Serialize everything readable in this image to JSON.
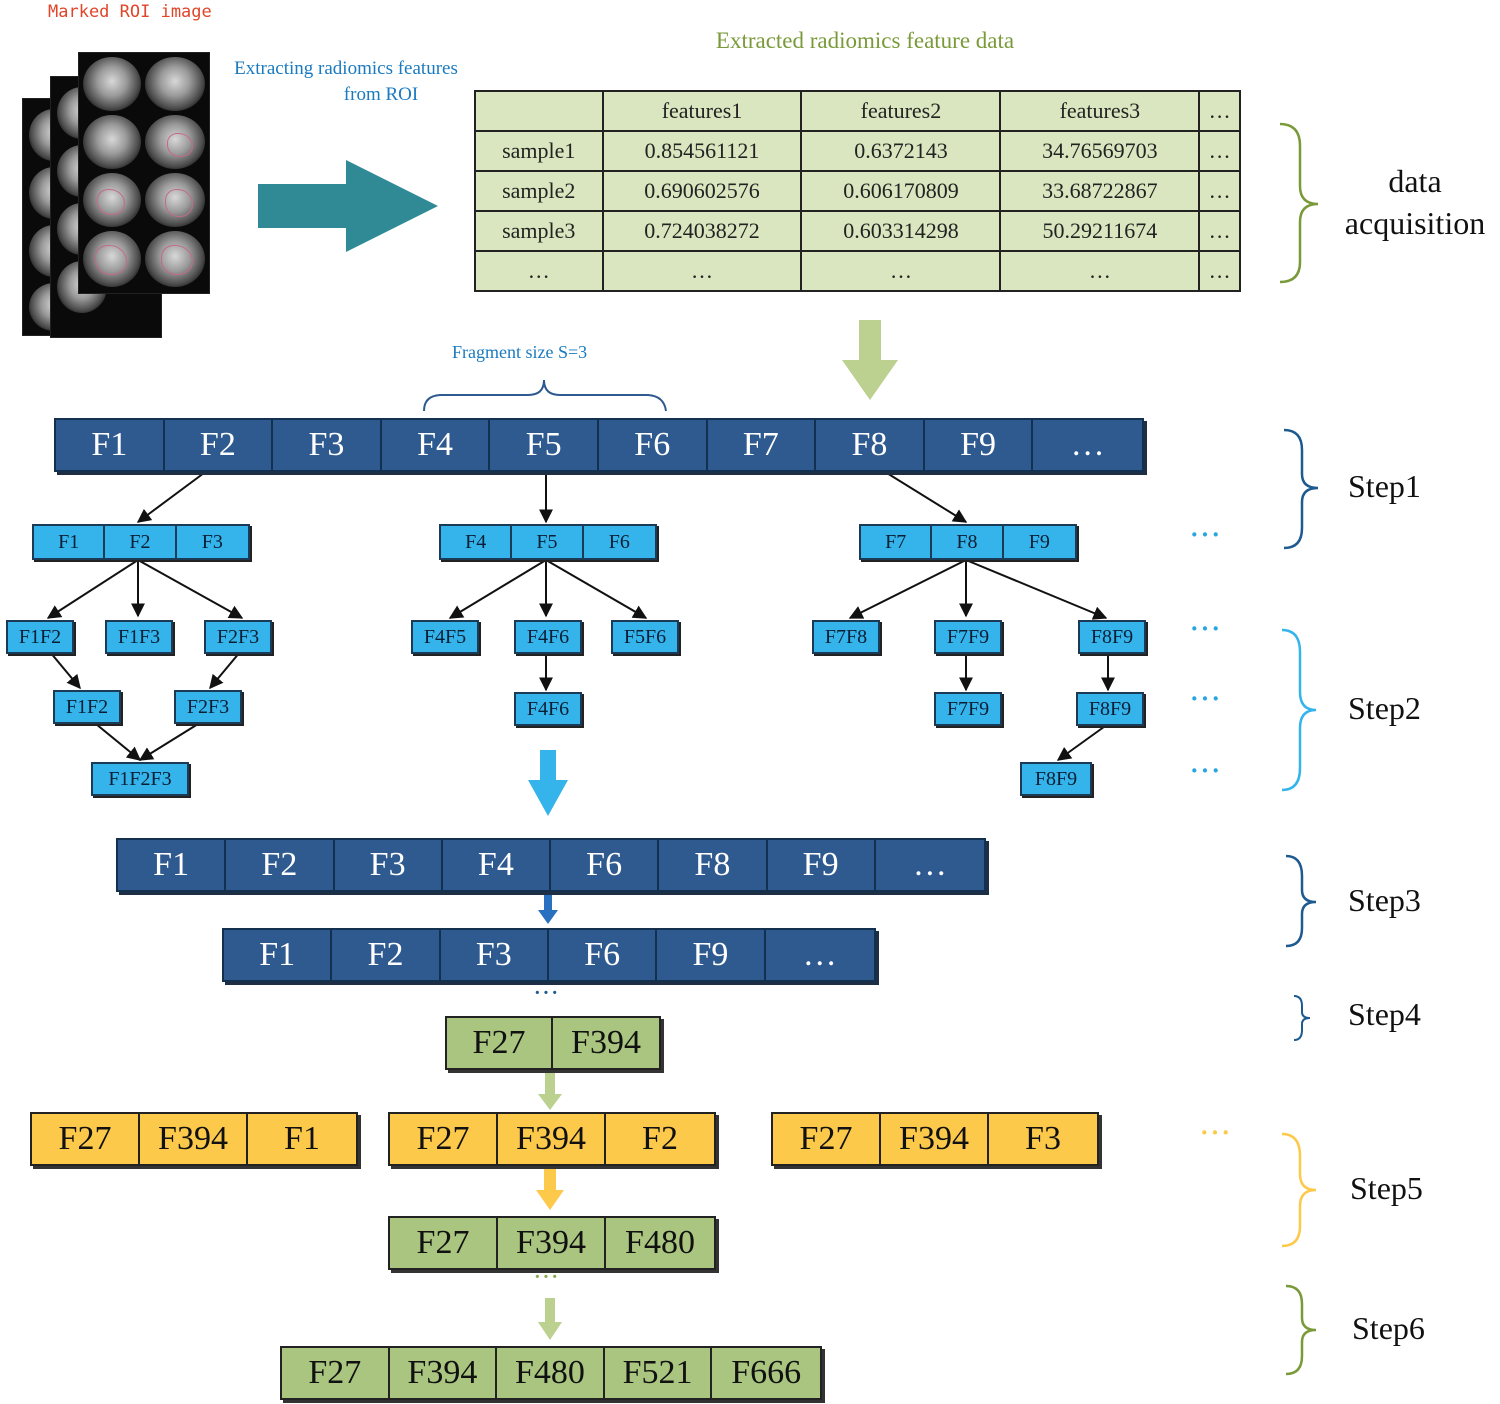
{
  "roi_label": "Marked ROI image",
  "extract_label_line1": "Extracting radiomics features",
  "extract_label_line2": "from ROI",
  "table_title": "Extracted radiomics feature data",
  "table": {
    "header": [
      "",
      "features1",
      "features2",
      "features3",
      "…"
    ],
    "rows": [
      [
        "sample1",
        "0.854561121",
        "0.6372143",
        "34.76569703",
        "…"
      ],
      [
        "sample2",
        "0.690602576",
        "0.606170809",
        "33.68722867",
        "…"
      ],
      [
        "sample3",
        "0.724038272",
        "0.603314298",
        "50.29211674",
        "…"
      ],
      [
        "…",
        "…",
        "…",
        "…",
        "…"
      ]
    ]
  },
  "fragment_label": "Fragment size S=3",
  "step1_row": [
    "F1",
    "F2",
    "F3",
    "F4",
    "F5",
    "F6",
    "F7",
    "F8",
    "F9",
    "…"
  ],
  "fragments": [
    {
      "cells": [
        "F1",
        "F2",
        "F3"
      ],
      "pairs": [
        "F1F2",
        "F1F3",
        "F2F3"
      ],
      "pairs2": [
        "F1F2",
        "F2F3"
      ],
      "final": "F1F2F3"
    },
    {
      "cells": [
        "F4",
        "F5",
        "F6"
      ],
      "pairs": [
        "F4F5",
        "F4F6",
        "F5F6"
      ],
      "pairs2": [
        "F4F6"
      ],
      "final": ""
    },
    {
      "cells": [
        "F7",
        "F8",
        "F9"
      ],
      "pairs": [
        "F7F8",
        "F7F9",
        "F8F9"
      ],
      "pairs2": [
        "F7F9",
        "F8F9"
      ],
      "final": "F8F9"
    }
  ],
  "ellipsis": "…",
  "dots": "···",
  "step3_row1": [
    "F1",
    "F2",
    "F3",
    "F4",
    "F6",
    "F8",
    "F9",
    "…"
  ],
  "step3_row2": [
    "F1",
    "F2",
    "F3",
    "F6",
    "F9",
    "…"
  ],
  "step4_row": [
    "F27",
    "F394"
  ],
  "step5_candidates": [
    [
      "F27",
      "F394",
      "F1"
    ],
    [
      "F27",
      "F394",
      "F2"
    ],
    [
      "F27",
      "F394",
      "F3"
    ]
  ],
  "step5_result": [
    "F27",
    "F394",
    "F480"
  ],
  "step6_row": [
    "F27",
    "F394",
    "F480",
    "F521",
    "F666"
  ],
  "steps": {
    "data_acquisition_line1": "data",
    "data_acquisition_line2": "acquisition",
    "step1": "Step1",
    "step2": "Step2",
    "step3": "Step3",
    "step4": "Step4",
    "step5": "Step5",
    "step6": "Step6"
  },
  "colors": {
    "dark_blue": "#2f5a8f",
    "light_blue": "#34b4eb",
    "green": "#a9c57f",
    "yellow": "#fcc94b",
    "teal_arrow": "#2f8a96",
    "olive_brace": "#7a9a3a",
    "title_green": "#7a9a3a",
    "label_blue": "#1a7ac0",
    "red_label": "#e0452a"
  }
}
